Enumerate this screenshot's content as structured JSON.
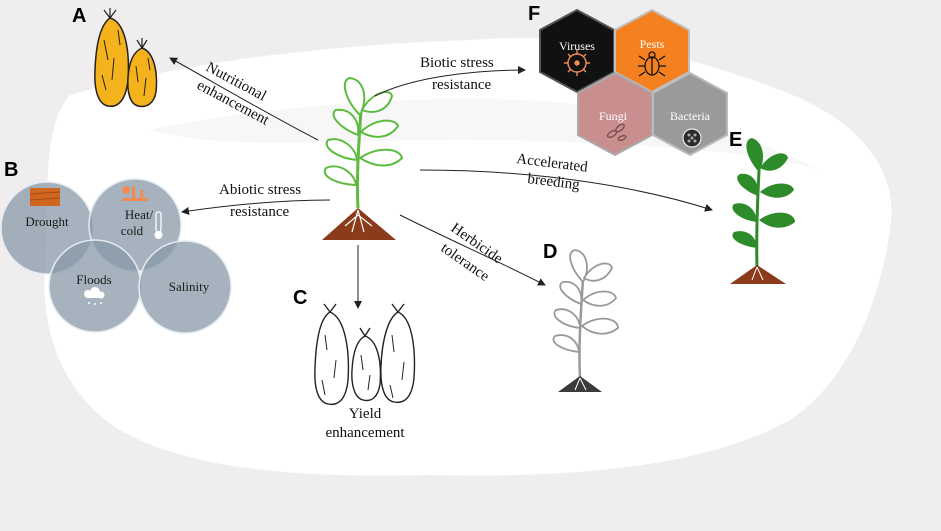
{
  "panels": {
    "A": "A",
    "B": "B",
    "C": "C",
    "D": "D",
    "E": "E",
    "F": "F"
  },
  "labels": {
    "nutritional_1": "Nutritional",
    "nutritional_2": "enhancement",
    "biotic_1": "Biotic stress",
    "biotic_2": "resistance",
    "accelerated_1": "Accelerated",
    "accelerated_2": "breeding",
    "abiotic_1": "Abiotic stress",
    "abiotic_2": "resistance",
    "herbicide_1": "Herbicide",
    "herbicide_2": "tolerance",
    "yield_1": "Yield",
    "yield_2": "enhancement"
  },
  "abiotic": {
    "drought": "Drought",
    "heat_1": "Heat/",
    "heat_2": "cold",
    "floods": "Floods",
    "salinity": "Salinity"
  },
  "biotic": {
    "viruses": "Viruses",
    "pests": "Pests",
    "fungi": "Fungi",
    "bacteria": "Bacteria"
  },
  "colors": {
    "leaf_green": "#5dbb3f",
    "leaf_dark_green": "#2e8b2a",
    "soil_brown": "#8b3a1a",
    "circle_gray": "#8898a8",
    "fruit_yellow": "#f4b21c",
    "hex_viruses": "#111111",
    "hex_pests": "#f4801f",
    "hex_fungi": "#c98f8f",
    "hex_bacteria": "#9a9a9a"
  }
}
